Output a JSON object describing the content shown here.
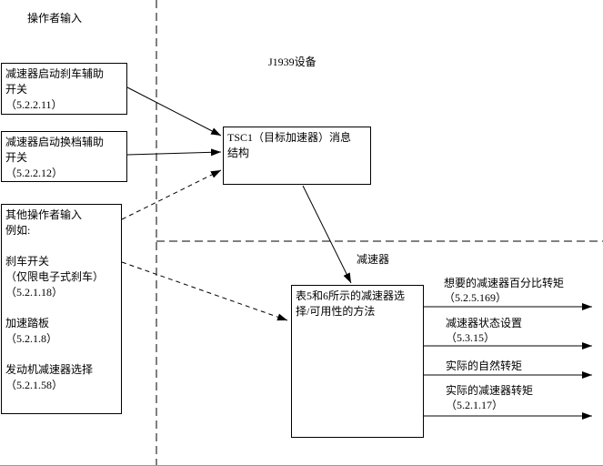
{
  "section_labels": {
    "operator_input": "操作者输入",
    "j1939_device": "J1939设备",
    "retarder": "减速器"
  },
  "input_boxes": [
    {
      "name": "retarder-brake-assist-switch",
      "text": "减速器启动刹车辅助\n开关\n（5.2.2.11）"
    },
    {
      "name": "retarder-shift-assist-switch",
      "text": "减速器启动换档辅助\n开关\n（5.2.2.12）"
    },
    {
      "name": "other-operator-inputs",
      "text": "其他操作者输入\n例如:\n\n刹车开关\n（仅限电子式刹车）\n（5.2.1.18）\n\n加速踏板\n（5.2.1.8）\n\n发动机减速器选择\n（5.2.1.58）"
    }
  ],
  "process_boxes": {
    "tsc1_message": "TSC1（目标加速器）消息\n结构",
    "selection_method": "表5和6所示的减速器选\n择/可用性的方法"
  },
  "outputs": [
    {
      "label": "想要的减速器百分比转矩\n（5.2.5.169）"
    },
    {
      "label": "减速器状态设置\n（5.3.15）"
    },
    {
      "label": "实际的自然转矩"
    },
    {
      "label": "实际的减速器转矩\n（5.2.1.17）"
    }
  ],
  "colors": {
    "line": "#000000",
    "background": "#ffffff"
  }
}
